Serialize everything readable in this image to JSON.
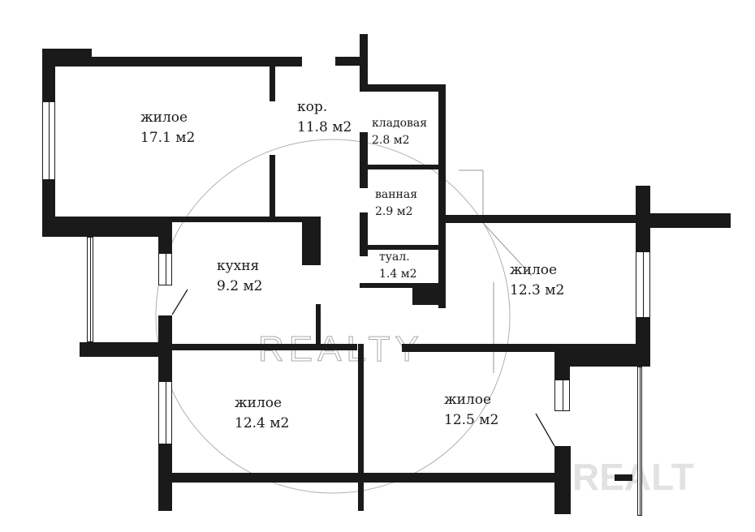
{
  "plan": {
    "rooms": [
      {
        "name": "жилое",
        "area": "17.1 м2"
      },
      {
        "name": "кор.",
        "area": "11.8 м2"
      },
      {
        "name": "кладовая",
        "area": "2.8 м2"
      },
      {
        "name": "ванная",
        "area": "2.9 м2"
      },
      {
        "name": "туал.",
        "area": "1.4 м2"
      },
      {
        "name": "кухня",
        "area": "9.2 м2"
      },
      {
        "name": "жилое",
        "area": "12.3 м2"
      },
      {
        "name": "жилое",
        "area": "12.4 м2"
      },
      {
        "name": "жилое",
        "area": "12.5 м2"
      }
    ],
    "watermarks": {
      "center": "REALTY",
      "corner": "REALT"
    },
    "colors": {
      "wall": "#1a1a1a",
      "watermark": "#9a9a9a"
    }
  }
}
